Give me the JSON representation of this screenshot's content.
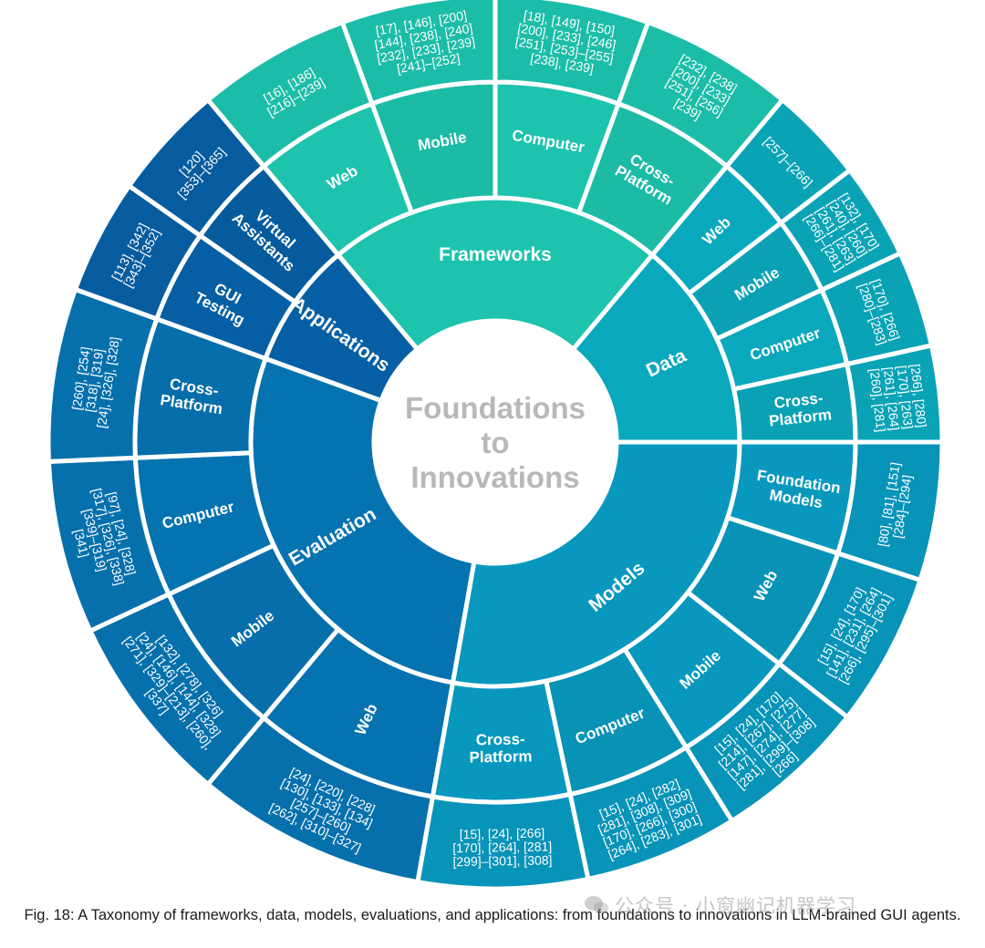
{
  "center": {
    "lines": [
      "Foundations",
      "to",
      "Innovations"
    ],
    "color": "#b8b8b8"
  },
  "colors": {
    "frameworks": "#1dc3ad",
    "data": "#0aa8bc",
    "models": "#0898be",
    "evaluation": "#0673b1",
    "applications": "#065fa4"
  },
  "categories": [
    {
      "key": "frameworks",
      "label": "Frameworks",
      "subs": [
        {
          "label": [
            "Web"
          ],
          "refs": [
            "[16], [186]",
            "[216]–[239]"
          ]
        },
        {
          "label": [
            "Mobile"
          ],
          "refs": [
            "[17], [146], [200]",
            "[144], [238], [240]",
            "[232], [233], [239]",
            "[241]–[252]"
          ]
        },
        {
          "label": [
            "Computer"
          ],
          "refs": [
            "[18], [149], [150]",
            "[200], [233], [246]",
            "[251], [253]–[255]",
            "[238], [239]"
          ]
        },
        {
          "label": [
            "Cross-",
            "Platform"
          ],
          "refs": [
            "[232], [238]",
            "[200], [233]",
            "[251], [256]",
            "[239]"
          ]
        }
      ]
    },
    {
      "key": "data",
      "label": "Data",
      "subs": [
        {
          "label": [
            "Web"
          ],
          "refs": [
            "[257]–[266]"
          ]
        },
        {
          "label": [
            "Mobile"
          ],
          "refs": [
            "[132], [170]",
            "[240], [260]",
            "[261], [263]",
            "[266]–[281]"
          ]
        },
        {
          "label": [
            "Computer"
          ],
          "refs": [
            "[170], [266]",
            "[280]–[283]"
          ]
        },
        {
          "label": [
            "Cross-",
            "Platform"
          ],
          "refs": [
            "[266], [280]",
            "[170], [263]",
            "[261], [264]",
            "[260], [281]"
          ]
        }
      ]
    },
    {
      "key": "models",
      "label": "Models",
      "subs": [
        {
          "label": [
            "Foundation",
            "Models"
          ],
          "refs": [
            "[80], [81], [151]",
            "[284]–[294]"
          ]
        },
        {
          "label": [
            "Web"
          ],
          "refs": [
            "[15], [24], [170]",
            "[141], [231], [264]",
            "[266], [295]–[301]"
          ]
        },
        {
          "label": [
            "Mobile"
          ],
          "refs": [
            "[15], [24], [170]",
            "[214], [267], [275]",
            "[147], [274], [277]",
            "[281], [299]–[308]",
            "[266]"
          ]
        },
        {
          "label": [
            "Computer"
          ],
          "refs": [
            "[15], [24], [282]",
            "[281], [308], [309]",
            "[170], [266], [300]",
            "[264], [283], [301]"
          ]
        },
        {
          "label": [
            "Cross-",
            "Platform"
          ],
          "refs": [
            "[15], [24], [266]",
            "[170], [264], [281]",
            "[299]–[301], [308]"
          ]
        }
      ]
    },
    {
      "key": "evaluation",
      "label": "Evaluation",
      "subs": [
        {
          "label": [
            "Web"
          ],
          "refs": [
            "[24], [220], [228]",
            "[130], [133], [134]",
            "[257]–[260]",
            "[262], [310]–[327]"
          ]
        },
        {
          "label": [
            "Mobile"
          ],
          "refs": [
            "[132], [278], [326]",
            "[24], [146], [144], [328]",
            "[271], [329]–[213], [260],",
            "[337]"
          ]
        },
        {
          "label": [
            "Computer"
          ],
          "refs": [
            "[97], [24], [328]",
            "[317], [326], [338]",
            "[339]–[319]",
            "[341]"
          ]
        },
        {
          "label": [
            "Cross-",
            "Platform"
          ],
          "refs": [
            "[260], [254]",
            "[318], [319]",
            "[24], [326], [328]"
          ]
        }
      ]
    },
    {
      "key": "applications",
      "label": "Applications",
      "subs": [
        {
          "label": [
            "GUI",
            "Testing"
          ],
          "refs": [
            "[113], [342]",
            "[343]–[352]"
          ]
        },
        {
          "label": [
            "Virtual",
            "Assistants"
          ],
          "refs": [
            "[120]",
            "[353]–[365]"
          ]
        }
      ]
    }
  ],
  "caption": "Fig. 18: A Taxonomy of frameworks, data, models, evaluations, and applications: from foundations to innovations in LLM-brained GUI agents.",
  "watermark": "公众号 · 小窗幽记机器学习"
}
